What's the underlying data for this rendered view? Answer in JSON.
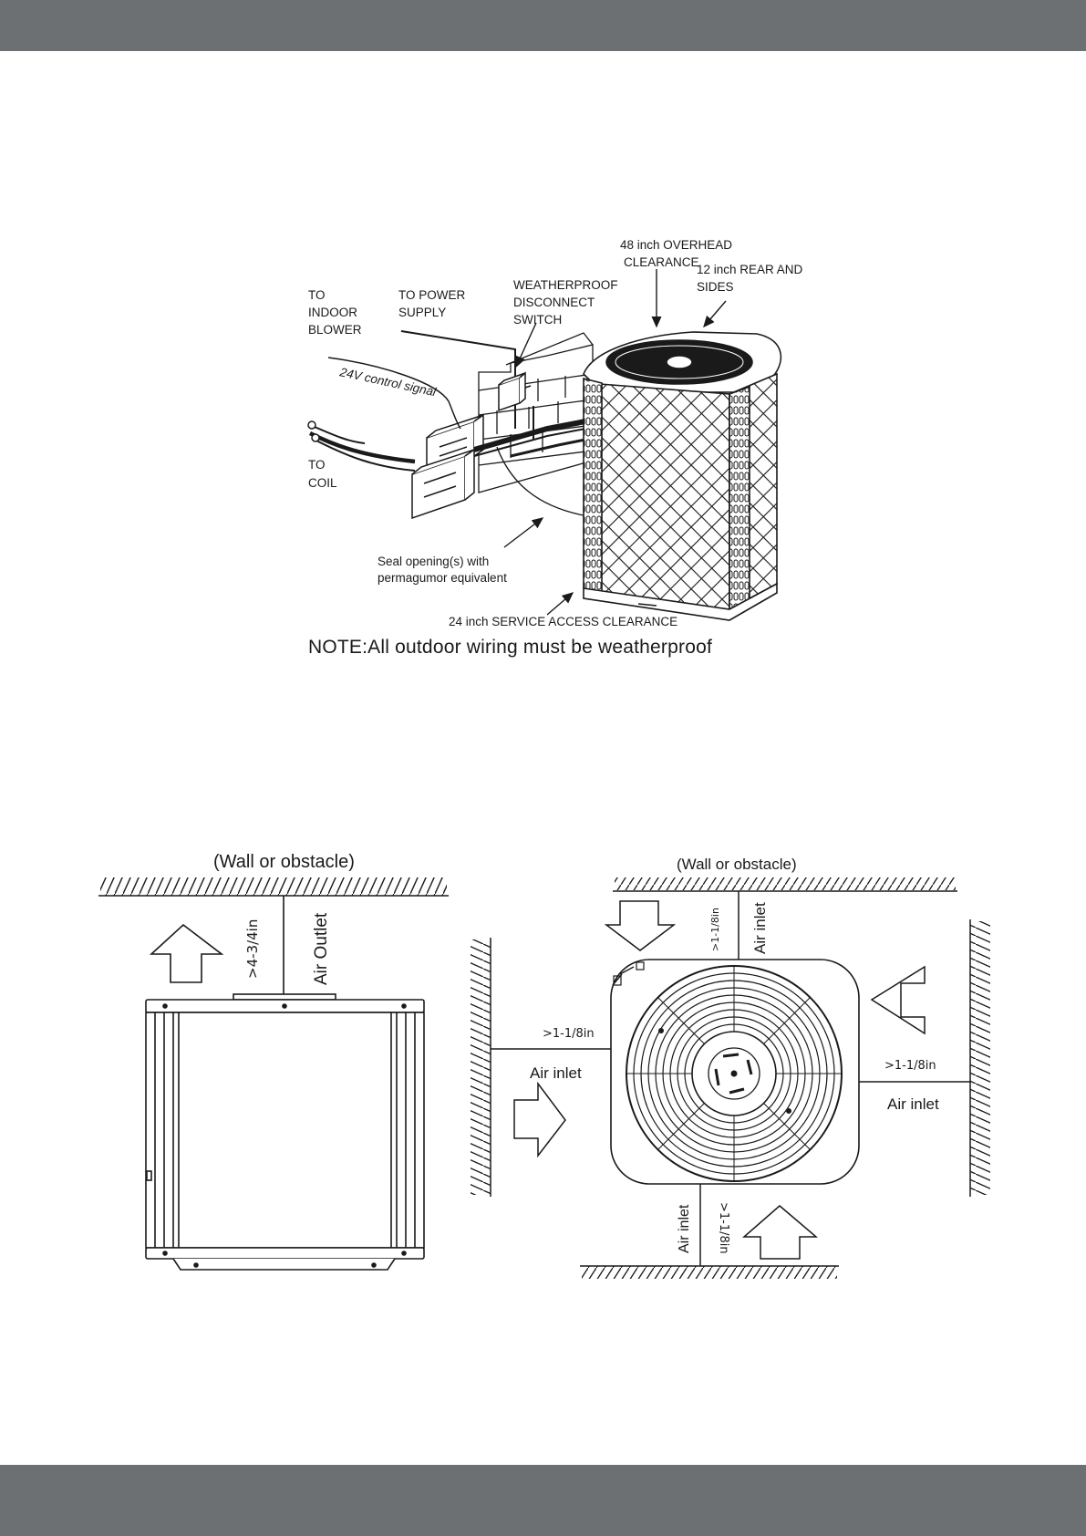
{
  "header_band": "",
  "footer_band": "",
  "install_diagram": {
    "labels": {
      "to_indoor_blower": [
        "TO",
        "INDOOR",
        "BLOWER"
      ],
      "to_power_supply": [
        "TO POWER",
        "SUPPLY"
      ],
      "disconnect_switch": [
        "WEATHERPROOF",
        "DISCONNECT",
        "SWITCH"
      ],
      "overhead_clearance": [
        "48 inch OVERHEAD",
        "CLEARANCE"
      ],
      "rear_sides_clearance": [
        "12 inch REAR AND",
        "SIDES"
      ],
      "control_signal": "24V control signal",
      "to_coil": [
        "TO",
        "COIL"
      ],
      "seal_opening": [
        "Seal opening(s) with",
        "permagumor equivalent"
      ],
      "service_clearance": "24 inch SERVICE ACCESS CLEARANCE"
    },
    "note": "NOTE:All outdoor wiring must be weatherproof"
  },
  "side_view": {
    "wall_label": "(Wall or obstacle)",
    "clearance": ">4-3/4in",
    "air_label": "Air Outlet"
  },
  "top_view": {
    "wall_label": "(Wall or obstacle)",
    "top_clearance": ">1-1/8in",
    "top_air": "Air inlet",
    "left_clearance": ">1-1/8in",
    "left_air": "Air inlet",
    "right_clearance": ">1-1/8in",
    "right_air": "Air inlet",
    "bottom_clearance": ">1-1/8in",
    "bottom_air": "Air inlet"
  }
}
